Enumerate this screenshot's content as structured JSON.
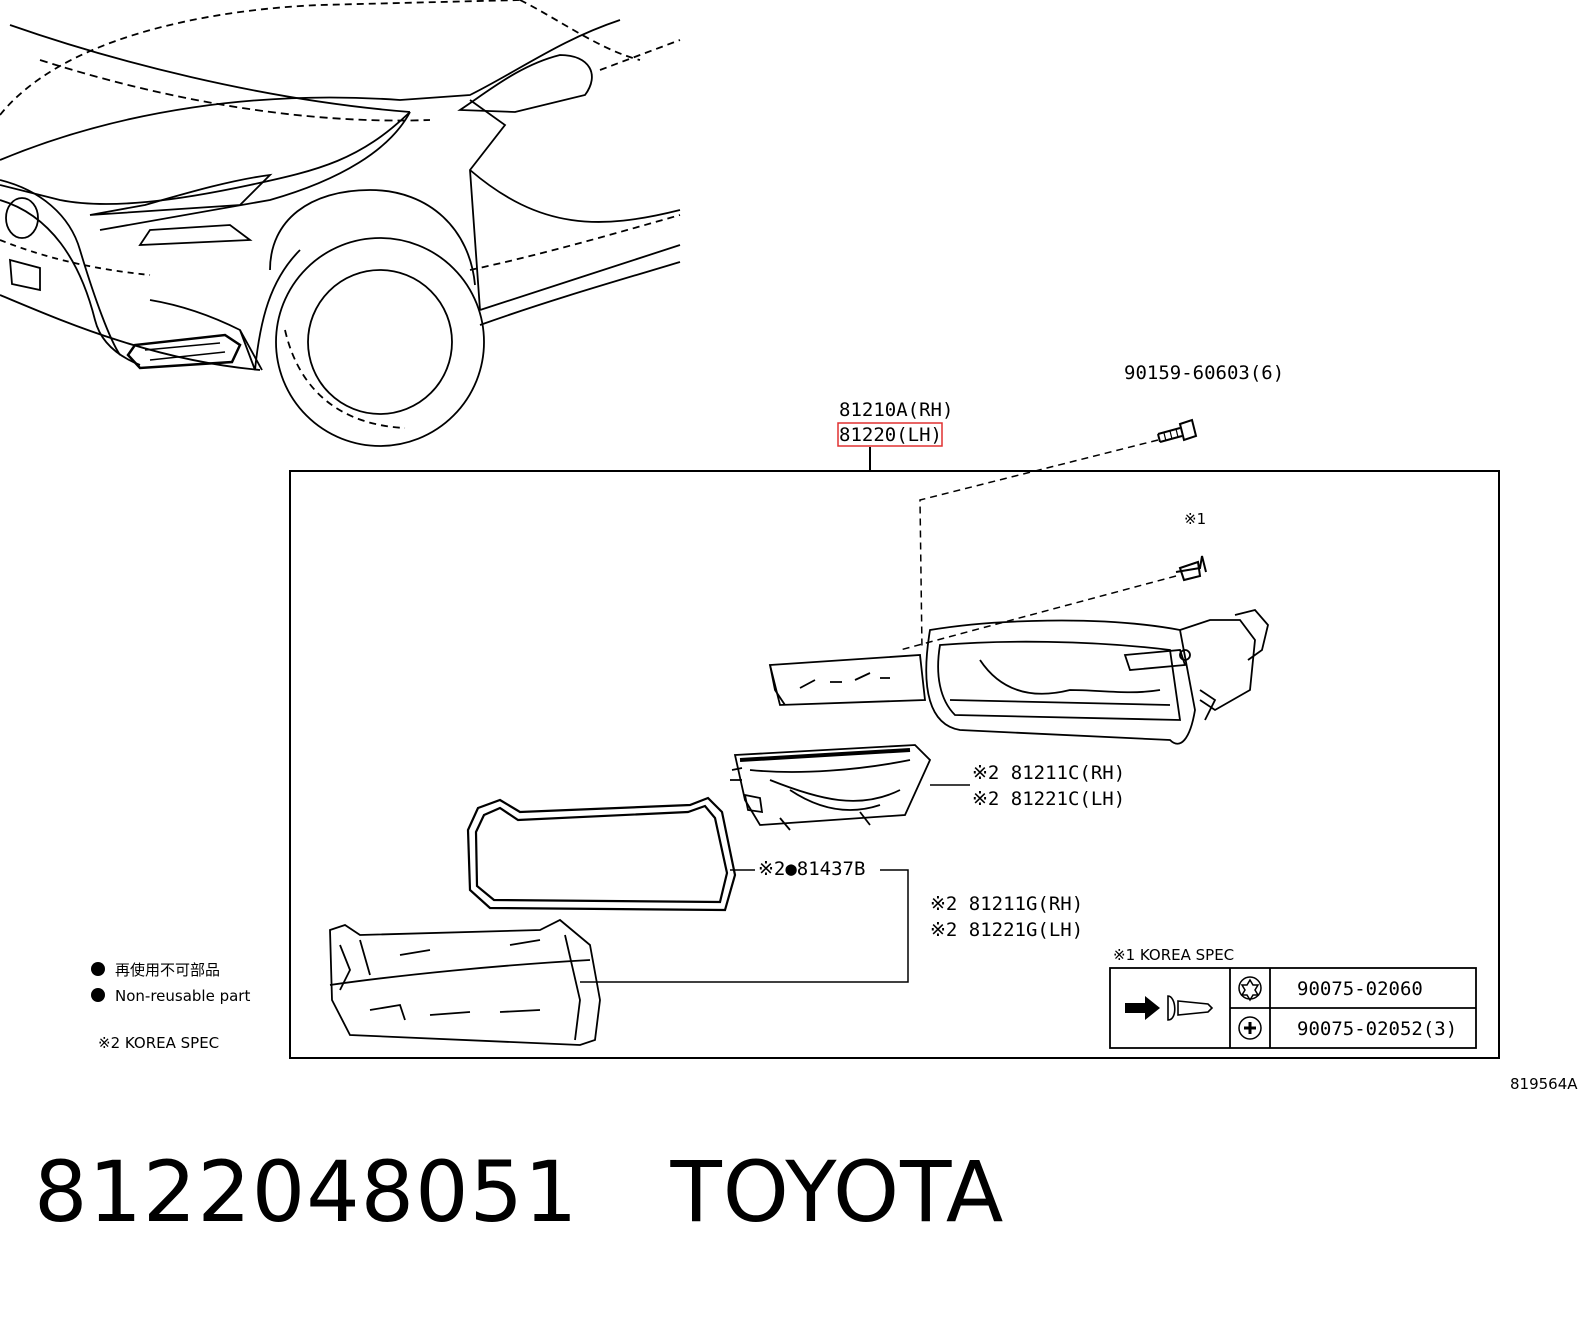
{
  "diagram": {
    "main_part": {
      "rh": "81210A(RH)",
      "lh": "81220(LH)"
    },
    "bolt": "90159-60603(6)",
    "screw_mark": "※1",
    "lens_rh": "※2 81211C(RH)",
    "lens_lh": "※2 81221C(LH)",
    "gasket": "※2●81437B",
    "bezel_rh": "※2 81211G(RH)",
    "bezel_lh": "※2 81221G(LH)",
    "legend_jp": "再使用不可部品",
    "legend_en": "Non-reusable part",
    "korea_spec_2": "※2 KOREA SPEC",
    "korea_spec_1": "※1 KOREA SPEC",
    "spec_table": [
      {
        "part": "90075-02060",
        "icon": "torx-head-icon"
      },
      {
        "part": "90075-02052(3)",
        "icon": "phillips-head-icon"
      }
    ],
    "figure_id": "819564A",
    "highlight_color": "#e03030"
  },
  "caption": {
    "part_number": "8122048051",
    "brand": "TOYOTA"
  }
}
